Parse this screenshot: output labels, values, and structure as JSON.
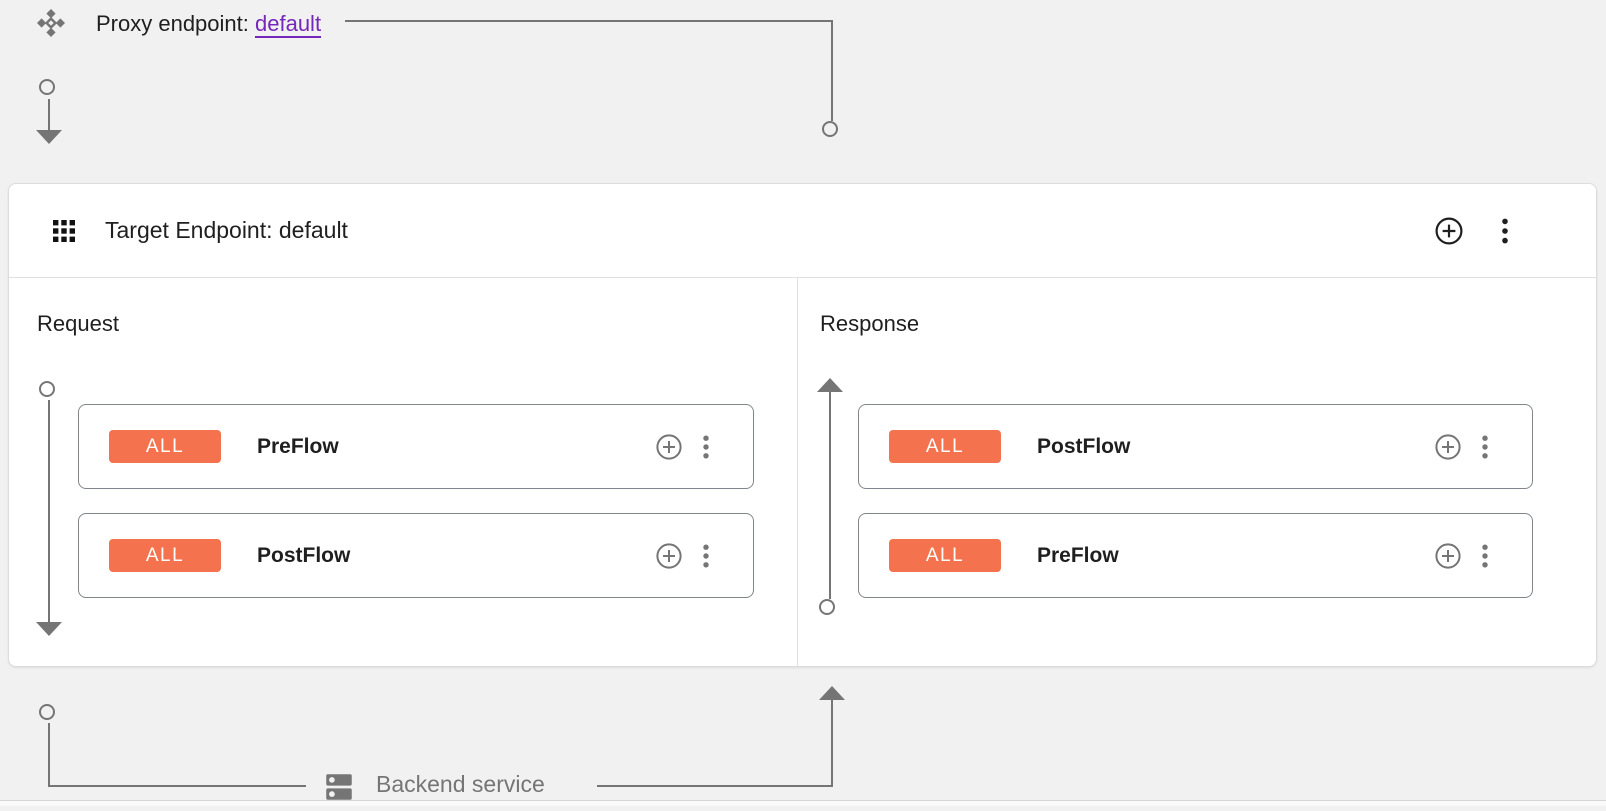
{
  "colors": {
    "background": "#f1f1f1",
    "card_background": "#ffffff",
    "card_border": "#dadce0",
    "divider": "#e0e0e0",
    "connector": "#757575",
    "flow_box_border": "#80868b",
    "badge_background": "#f4724d",
    "badge_text": "#ffffff",
    "link": "#7627bb",
    "text_primary": "#1f1f1f",
    "text_secondary": "#757575"
  },
  "icons": {
    "proxy_endpoint": "move-diamonds-icon",
    "target_endpoint": "grid-icon",
    "add": "plus-circle-icon",
    "menu": "kebab-menu-icon",
    "backend": "server-icon"
  },
  "proxy_endpoint": {
    "label": "Proxy endpoint:",
    "link_text": "default"
  },
  "target_endpoint": {
    "title": "Target Endpoint: default"
  },
  "request": {
    "label": "Request",
    "flows": [
      {
        "badge": "ALL",
        "name": "PreFlow"
      },
      {
        "badge": "ALL",
        "name": "PostFlow"
      }
    ]
  },
  "response": {
    "label": "Response",
    "flows": [
      {
        "badge": "ALL",
        "name": "PostFlow"
      },
      {
        "badge": "ALL",
        "name": "PreFlow"
      }
    ]
  },
  "backend": {
    "label": "Backend service"
  }
}
